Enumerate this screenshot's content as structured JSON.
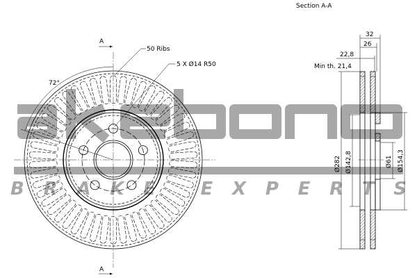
{
  "drawing": {
    "section_title": "Section A-A",
    "section_marker_top": "A",
    "section_marker_bottom": "A",
    "ribs_label": "50 Ribs",
    "rib_count": 50,
    "bolt_label": "5 X Ø14   R50",
    "bolt_count": 5,
    "angle_label": "72°",
    "dimensions": {
      "total_width": "32",
      "disc_width": "26",
      "thickness": "22,8",
      "min_thickness": "Min th.  21,4",
      "outer_diameter": "Ø282",
      "inner_diameter": "Ø142,8",
      "center_bore": "Ø61",
      "hat_diameter": "Ø154,3"
    }
  },
  "watermark": {
    "brand": "akebono",
    "tagline": "BRAKE EXPERTS",
    "color": "#8c8c8c"
  }
}
